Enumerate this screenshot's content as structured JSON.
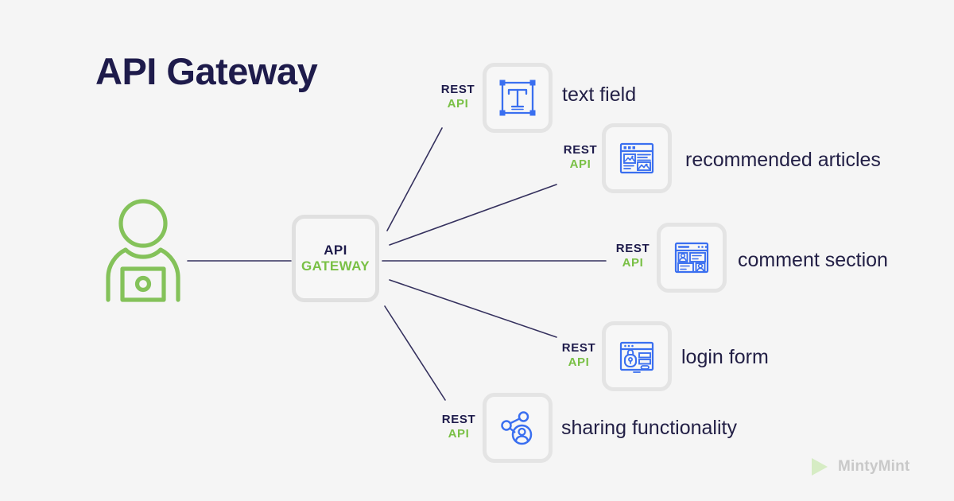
{
  "page": {
    "title": "API Gateway",
    "background_color": "#f5f5f5",
    "navy": "#1e1b4b",
    "green": "#79c045",
    "blue": "#3a6ff0",
    "box_border": "#e2e2e2"
  },
  "actor": {
    "name": "user-with-laptop",
    "color": "#84c25a"
  },
  "gateway": {
    "line1": "API",
    "line2": "GATEWAY"
  },
  "protocol": {
    "line1": "REST",
    "line2": "API"
  },
  "services": [
    {
      "id": "text-field",
      "icon": "text-field-icon",
      "label": "text field",
      "protocol_line1": "REST",
      "protocol_line2": "API"
    },
    {
      "id": "recommended-articles",
      "icon": "articles-layout-icon",
      "label": "recommended articles",
      "protocol_line1": "REST",
      "protocol_line2": "API"
    },
    {
      "id": "comment-section",
      "icon": "comments-icon",
      "label": "comment section",
      "protocol_line1": "REST",
      "protocol_line2": "API"
    },
    {
      "id": "login-form",
      "icon": "login-lock-icon",
      "label": "login form",
      "protocol_line1": "REST",
      "protocol_line2": "API"
    },
    {
      "id": "sharing-functionality",
      "icon": "share-user-icon",
      "label": "sharing functionality",
      "protocol_line1": "REST",
      "protocol_line2": "API"
    }
  ],
  "brand": {
    "name": "MintyMint",
    "mark": "play-triangle-icon",
    "mark_color": "#d5ecc3",
    "text_color": "#c9c9c9"
  }
}
